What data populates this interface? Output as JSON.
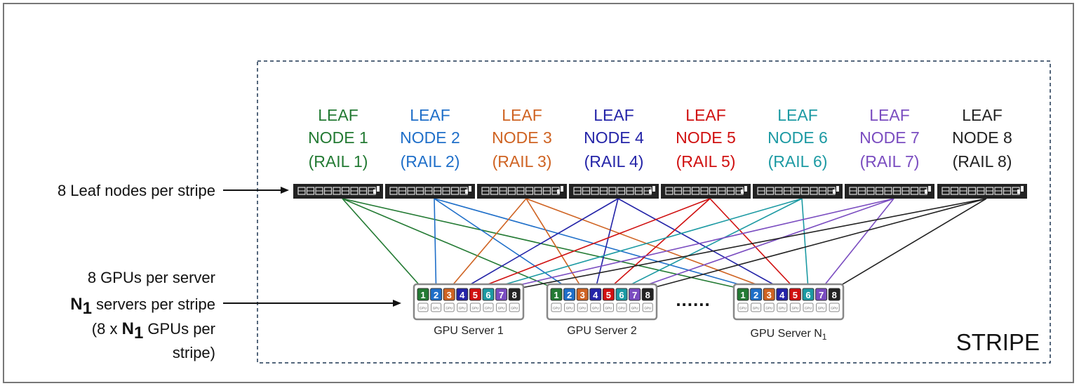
{
  "rails": [
    {
      "line1": "LEAF",
      "line2": "NODE 1",
      "line3": "(RAIL 1)",
      "color": "#237a33",
      "port": "1"
    },
    {
      "line1": "LEAF",
      "line2": "NODE 2",
      "line3": "(RAIL 2)",
      "color": "#1f6fc9",
      "port": "2"
    },
    {
      "line1": "LEAF",
      "line2": "NODE 3",
      "line3": "(RAIL 3)",
      "color": "#cf6322",
      "port": "3"
    },
    {
      "line1": "LEAF",
      "line2": "NODE 4",
      "line3": "(RAIL 4)",
      "color": "#2424a8",
      "port": "4"
    },
    {
      "line1": "LEAF",
      "line2": "NODE 5",
      "line3": "(RAIL 5)",
      "color": "#d01010",
      "port": "5"
    },
    {
      "line1": "LEAF",
      "line2": "NODE 6",
      "line3": "(RAIL 6)",
      "color": "#1c9aa3",
      "port": "6"
    },
    {
      "line1": "LEAF",
      "line2": "NODE 7",
      "line3": "(RAIL 7)",
      "color": "#7a4cc0",
      "port": "7"
    },
    {
      "line1": "LEAF",
      "line2": "NODE 8",
      "line3": "(RAIL 8)",
      "color": "#222222",
      "port": "8"
    }
  ],
  "labels": {
    "leaf_nodes": "8 Leaf nodes per stripe",
    "gpus_per_server": "8 GPUs per server",
    "n1": "N",
    "n1_sub": "1",
    "servers_per_stripe": " servers per stripe",
    "gpus_per_stripe_a": "(8 x ",
    "gpus_per_stripe_b": " GPUs per",
    "gpus_per_stripe_c": "stripe)",
    "ellipsis": "......",
    "stripe": "STRIPE",
    "gpu_chip": "GPU"
  },
  "servers": [
    {
      "name": "GPU Server 1",
      "sub": ""
    },
    {
      "name": "GPU Server 2",
      "sub": ""
    },
    {
      "name": "GPU Server N",
      "sub": "1"
    }
  ]
}
